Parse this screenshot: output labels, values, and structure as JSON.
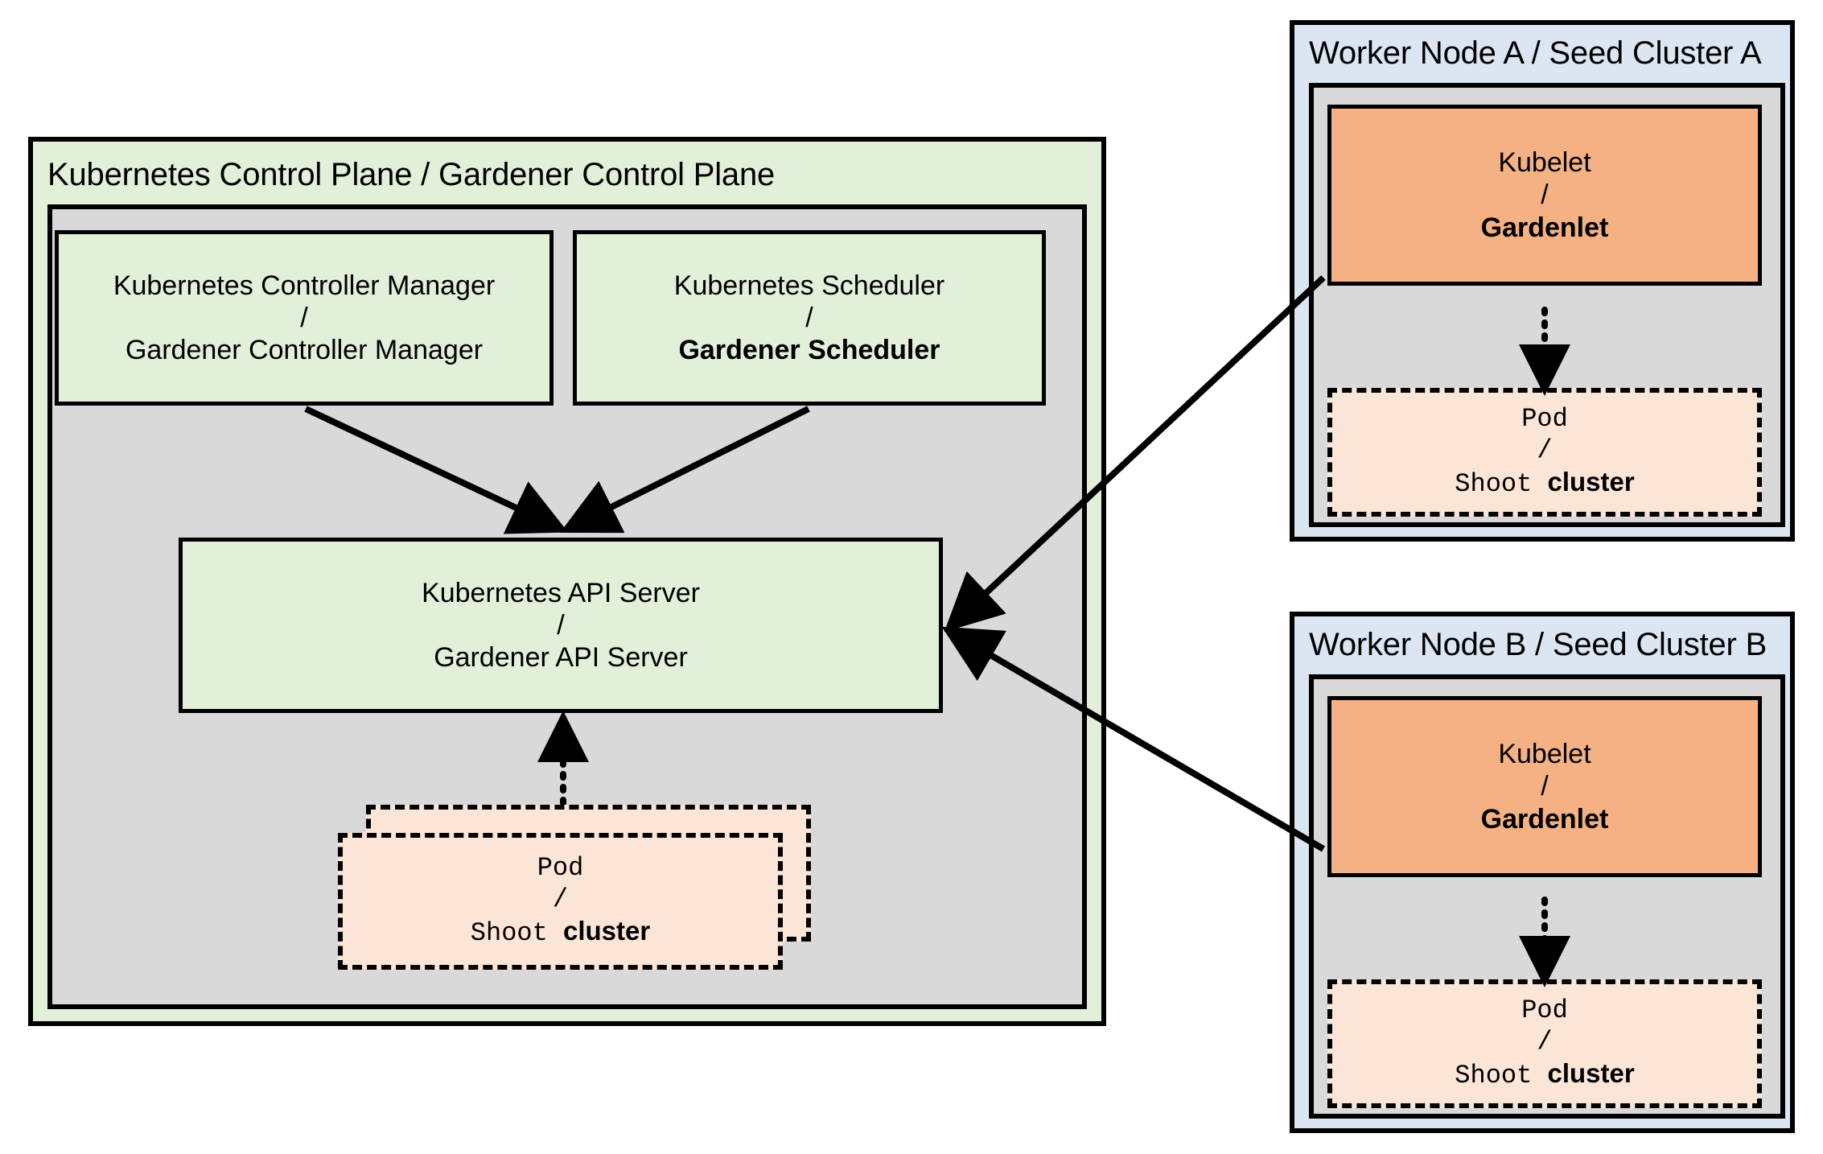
{
  "diagram": {
    "title_note": "Gardener architecture: Kubernetes Control Plane vs Gardener Control Plane",
    "colors": {
      "control_plane_bg": "#e2efd9",
      "inner_gray_bg": "#d9d9d9",
      "seed_panel_bg": "#dce6f2",
      "kubelet_bg": "#f4b183",
      "pod_bg": "#fbe5d6",
      "stroke": "#000000"
    }
  },
  "control_plane": {
    "title": "Kubernetes Control Plane / Gardener Control Plane",
    "controller_manager": {
      "line1": "Kubernetes Controller Manager",
      "separator": "/",
      "line2": "Gardener Controller Manager",
      "line2_bold": false
    },
    "scheduler": {
      "line1": "Kubernetes Scheduler",
      "separator": "/",
      "line2": "Gardener Scheduler",
      "line2_bold": true
    },
    "api_server": {
      "line1": "Kubernetes API Server",
      "separator": "/",
      "line2": "Gardener API Server",
      "line2_bold": false
    },
    "pod": {
      "line1": "Pod",
      "separator": "/",
      "line2_mono": "Shoot ",
      "line2_bold": "cluster"
    }
  },
  "seed_clusters": [
    {
      "title": "Worker Node A / Seed Cluster A",
      "kubelet": {
        "line1": "Kubelet",
        "separator": "/",
        "line2": "Gardenlet",
        "line2_bold": true
      },
      "pod": {
        "line1": "Pod",
        "separator": "/",
        "line2_mono": "Shoot ",
        "line2_bold": "cluster"
      }
    },
    {
      "title": "Worker Node B / Seed Cluster B",
      "kubelet": {
        "line1": "Kubelet",
        "separator": "/",
        "line2": "Gardenlet",
        "line2_bold": true
      },
      "pod": {
        "line1": "Pod",
        "separator": "/",
        "line2_mono": "Shoot ",
        "line2_bold": "cluster"
      }
    }
  ],
  "connections": [
    {
      "name": "controller-manager-to-api-server",
      "style": "solid-arrow"
    },
    {
      "name": "scheduler-to-api-server",
      "style": "solid-arrow"
    },
    {
      "name": "control-plane-pod-to-api-server",
      "style": "dotted-arrow"
    },
    {
      "name": "gardenlet-a-to-api-server",
      "style": "solid-arrow"
    },
    {
      "name": "gardenlet-b-to-api-server",
      "style": "solid-arrow"
    },
    {
      "name": "gardenlet-a-to-pod-a",
      "style": "dotted-arrow"
    },
    {
      "name": "gardenlet-b-to-pod-b",
      "style": "dotted-arrow"
    }
  ]
}
